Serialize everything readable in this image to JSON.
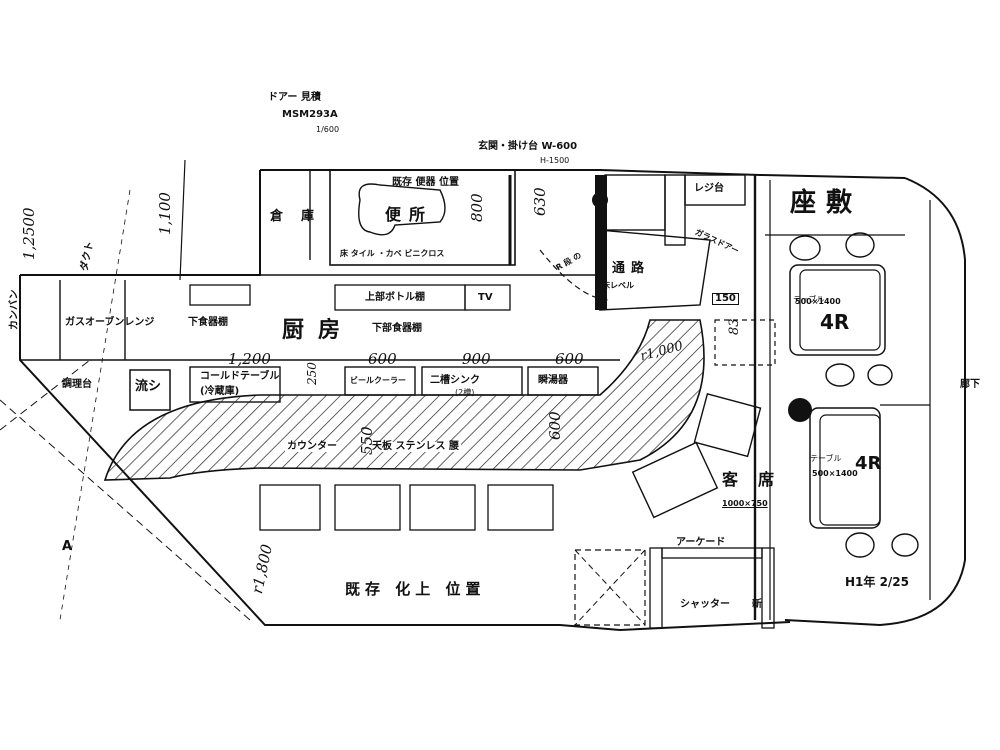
{
  "drawing": {
    "header_note": {
      "line1": "ドアー 見積",
      "line2": "MSM293A",
      "line3": "1/600"
    },
    "top_note": {
      "line1": "玄関・掛け台 W-600",
      "line2": "H-1500"
    },
    "rooms": {
      "kitchen": "厨房",
      "toilet": "便所",
      "storage": "倉庫",
      "tatami_room": "座敷",
      "guest_seating": "客席",
      "corridor": "廊下",
      "passage": "通路"
    },
    "toilet_notes": {
      "header": "既存 便器 位置",
      "finish": "床 タイル ・カベ ビニクロス"
    },
    "kitchen_equipment": {
      "gas_range": "ガスオーブンレンジ",
      "prep_table": "調理台",
      "sink": "流シ",
      "cold_table": "コールドテーブル",
      "cold_table_sub": "(冷蔵庫)",
      "beer_cooler": "ビールクーラー",
      "double_sink": "二槽シンク",
      "double_sink_sub": "(2槽)",
      "water_heater": "瞬湯器",
      "lower_dish_shelf_left": "下食器棚",
      "lower_dish_shelf_right": "下部食器棚",
      "upper_bottle_shelf": "上部ボトル棚",
      "tv": "TV",
      "counter": "カウンター",
      "counter_top": "天板 ステンレス 腰"
    },
    "misc_labels": {
      "exhaust_hood": "ダクト",
      "arcade": "アーケード",
      "shutter": "シャッター",
      "shutter_new": "新",
      "register": "レジ台",
      "glass_door": "ガラスドアー",
      "floor_level": "床レベル",
      "stair_note": "R 段 の",
      "existing_shop_position": "既存 化上 位置",
      "section_marker": "A"
    },
    "tatami_room": {
      "table1_label": "テーブル",
      "table1_size": "500×1400",
      "table1_code": "4R",
      "table2_label": "テーブル",
      "table2_size": "500×1400",
      "table2_code": "4R",
      "date_note": "H1年 2/25"
    },
    "guest_area": {
      "table_size": "1000×750"
    },
    "dimensions": {
      "d_1100": "1,100",
      "d_2500": "1,2500",
      "d_1200": "1,200",
      "d_600a": "600",
      "d_900": "900",
      "d_600b": "600",
      "d_250": "250",
      "d_800": "800",
      "d_630": "630",
      "d_600c": "600",
      "d_550": "550",
      "d_1800": "1,800",
      "d_r1000": "r1,000",
      "d_r1800": "r1,800",
      "d_150": "150",
      "d_83": "83",
      "kanban": "カンバン"
    },
    "colors": {
      "ink": "#111111",
      "paper": "#ffffff",
      "hatch": "#222222"
    }
  }
}
